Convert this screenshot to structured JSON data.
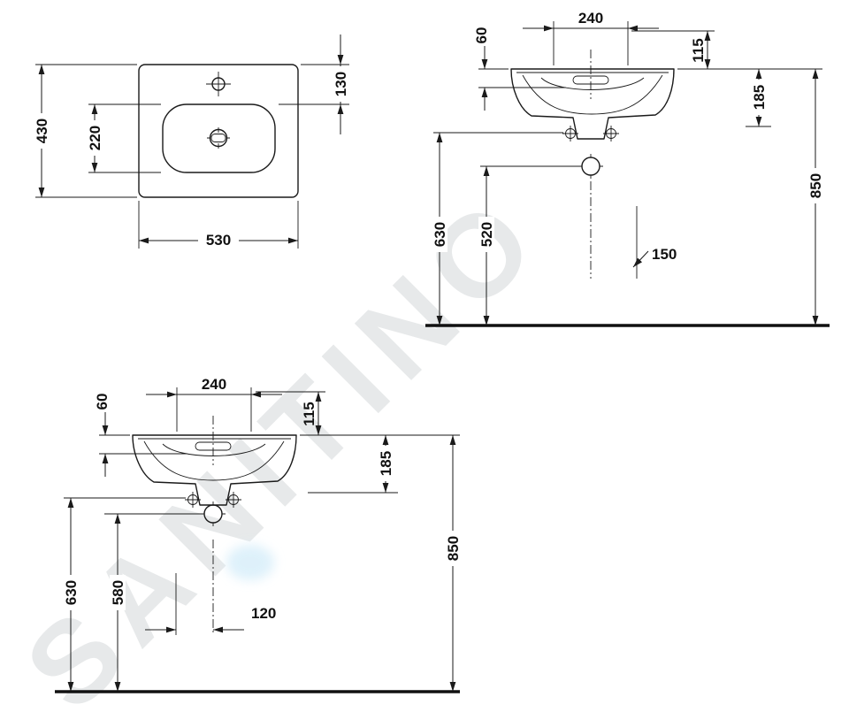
{
  "watermark": {
    "text": "SANITINO"
  },
  "views": {
    "top": {
      "width": "530",
      "depth": "430",
      "bowl_depth": "220",
      "rim_to_bowl": "130"
    },
    "side": {
      "tap_spacing": "240",
      "deck_offset": "60",
      "rim_drop": "115",
      "apron_depth": "185",
      "total_height": "850",
      "fixing_height": "630",
      "waste_height": "520",
      "waste_offset": "150"
    },
    "front": {
      "tap_spacing": "240",
      "deck_offset": "60",
      "rim_drop": "115",
      "apron_depth": "185",
      "total_height": "850",
      "fixing_height": "630",
      "waste_height": "580",
      "waste_offset": "120"
    }
  },
  "colors": {
    "line": "#1a1a1a",
    "watermark": "#e7e9ea",
    "accent_blob": "#d3ecf9"
  }
}
